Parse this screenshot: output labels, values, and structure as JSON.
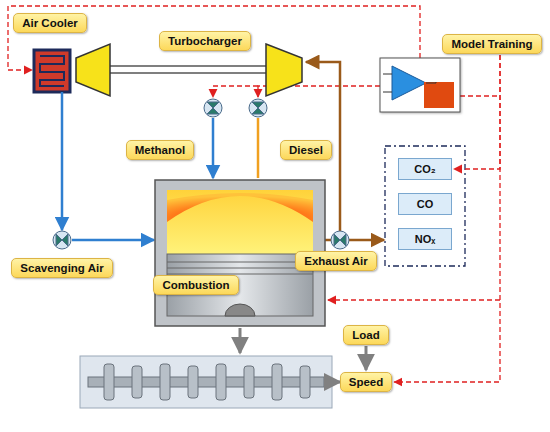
{
  "diagram": {
    "nodes": [
      {
        "text": [
          "Air Cooler"
        ]
      },
      {
        "text": [
          "Turbocharger"
        ]
      },
      {
        "text": [
          "Model Training"
        ]
      },
      {
        "text": [
          "Methanol"
        ]
      },
      {
        "text": [
          "Diesel"
        ]
      },
      {
        "text": [
          "Scavenging Air"
        ]
      },
      {
        "text": [
          "Combustion"
        ]
      },
      {
        "text": [
          "Exhaust Air"
        ]
      },
      {
        "text": [
          "CO₂"
        ]
      },
      {
        "text": [
          "CO"
        ]
      },
      {
        "text": [
          "NOₓ"
        ]
      },
      {
        "text": [
          "Load"
        ]
      },
      {
        "text": [
          "Speed"
        ]
      }
    ],
    "edges": [
      {
        "from": 2,
        "to": 8,
        "arrow": "to"
      },
      {
        "from": 2,
        "to": 12,
        "arrow": "to"
      },
      {
        "from": 11,
        "to": 12,
        "arrow": "to"
      }
    ]
  }
}
